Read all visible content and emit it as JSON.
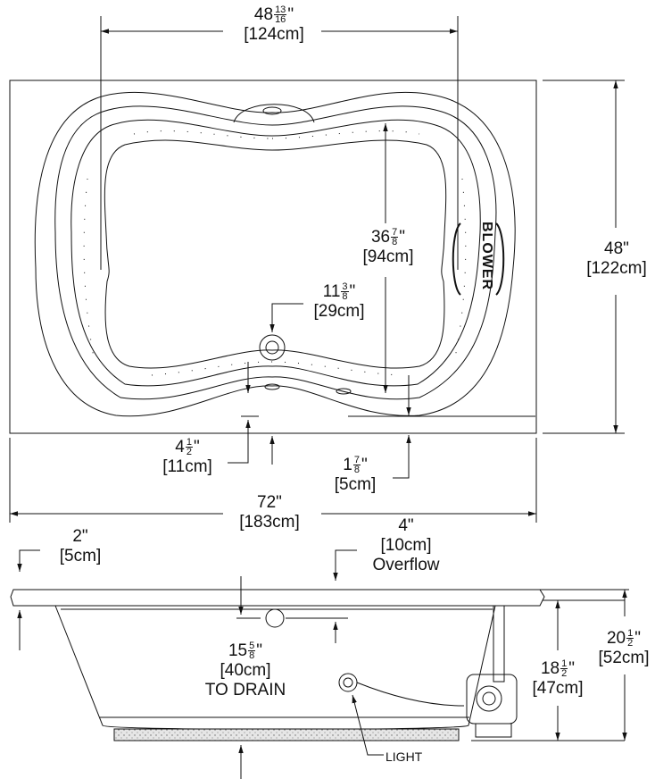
{
  "top_view": {
    "top_width": {
      "whole": "48",
      "num": "13",
      "den": "16",
      "unit": "\"",
      "metric": "[124cm]"
    },
    "inner_length": {
      "whole": "36",
      "num": "7",
      "den": "8",
      "unit": "\"",
      "metric": "[94cm]"
    },
    "drain_offset": {
      "whole": "11",
      "num": "3",
      "den": "8",
      "unit": "\"",
      "metric": "[29cm]"
    },
    "overall_depth": {
      "value": "48\"",
      "metric": "[122cm]"
    },
    "left_offset": {
      "whole": "4",
      "num": "1",
      "den": "2",
      "unit": "\"",
      "metric": "[11cm]"
    },
    "right_offset": {
      "whole": "1",
      "num": "7",
      "den": "8",
      "unit": "\"",
      "metric": "[5cm]"
    },
    "overall_length": {
      "value": "72\"",
      "metric": "[183cm]"
    },
    "blower_label": "BLOWER"
  },
  "side_view": {
    "rim_thickness": {
      "value": "2\"",
      "metric": "[5cm]"
    },
    "overflow": {
      "value": "4\"",
      "metric": "[10cm]",
      "label": "Overflow"
    },
    "to_drain": {
      "whole": "15",
      "num": "5",
      "den": "8",
      "unit": "\"",
      "metric": "[40cm]",
      "label": "TO DRAIN"
    },
    "inner_height": {
      "whole": "18",
      "num": "1",
      "den": "2",
      "unit": "\"",
      "metric": "[47cm]"
    },
    "total_height": {
      "whole": "20",
      "num": "1",
      "den": "2",
      "unit": "\"",
      "metric": "[52cm]"
    },
    "light_label": "LIGHT"
  }
}
